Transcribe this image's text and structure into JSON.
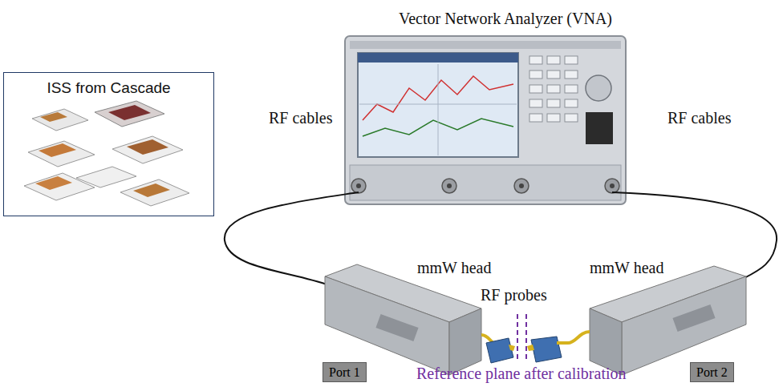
{
  "diagram": {
    "nodes": [
      {
        "text": [
          "ISS from Cascade"
        ]
      },
      {
        "text": [
          "Port 1"
        ]
      },
      {
        "text": [
          "Port 2"
        ]
      }
    ],
    "labels": [
      "Vector Network Analyzer (VNA)",
      "RF cables",
      "RF cables",
      "mmW head",
      "mmW head",
      "RF probes",
      "Reference plane after calibration"
    ]
  }
}
